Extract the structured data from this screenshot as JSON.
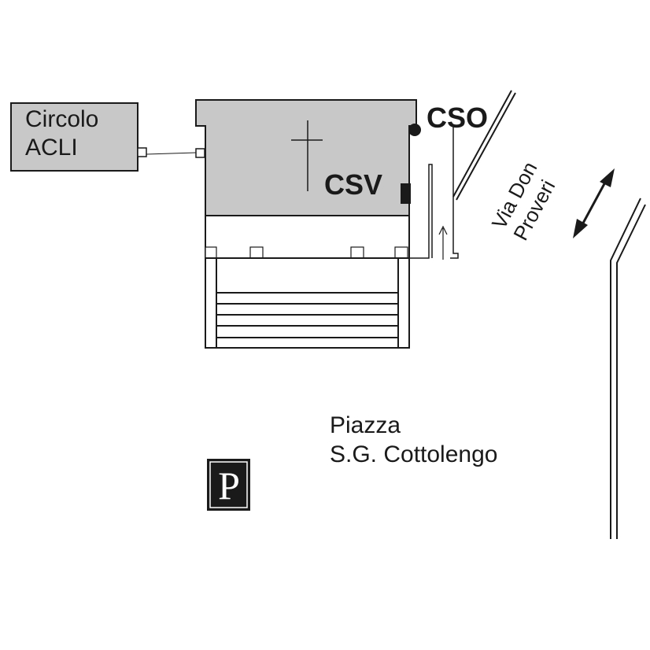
{
  "labels": {
    "circolo_line1": "Circolo",
    "circolo_line2": "ACLI",
    "cso": "CSO",
    "csv": "CSV",
    "street_line1": "Via Don",
    "street_line2": "Proveri",
    "piazza_line1": "Piazza",
    "piazza_line2": "S.G. Cottolengo",
    "parking": "P"
  },
  "colors": {
    "building_fill": "#c8c8c8",
    "outline": "#1a1a1a",
    "parking_bg": "#1a1a1a"
  },
  "icons": [
    "church-cross-icon",
    "cso-marker-icon",
    "csv-marker-icon",
    "entry-arrow-icon",
    "two-way-arrow-icon",
    "parking-icon"
  ]
}
